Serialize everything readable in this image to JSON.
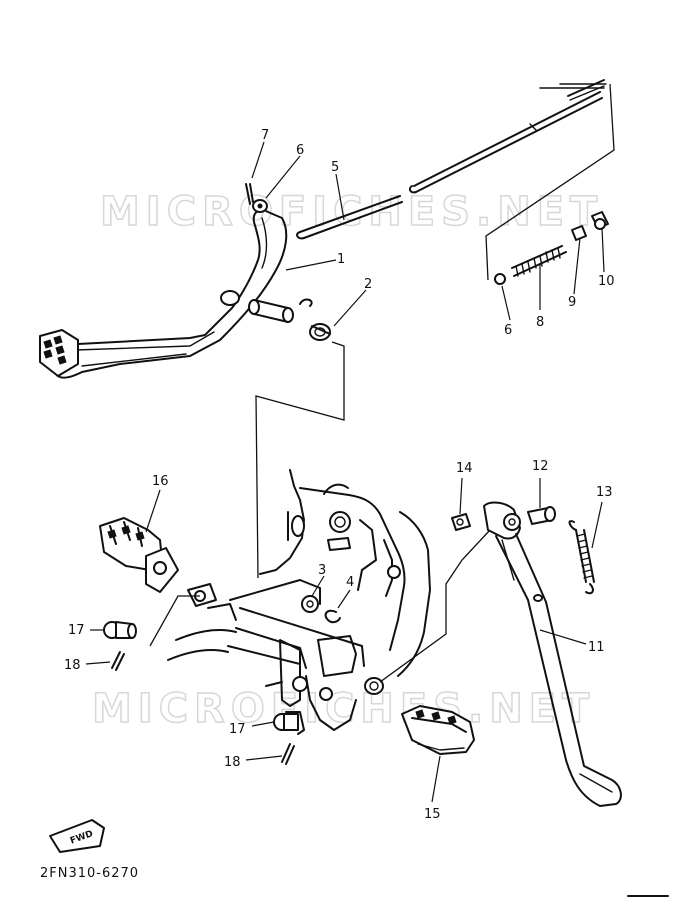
{
  "diagram_code": "2FN310-6270",
  "fwd_label": "FWD",
  "watermark_text": "MICROFICHES.NET",
  "parts": [
    {
      "id": "p1",
      "label": "1"
    },
    {
      "id": "p2",
      "label": "2"
    },
    {
      "id": "p3",
      "label": "3"
    },
    {
      "id": "p4",
      "label": "4"
    },
    {
      "id": "p5",
      "label": "5"
    },
    {
      "id": "p6a",
      "label": "6"
    },
    {
      "id": "p6b",
      "label": "6"
    },
    {
      "id": "p7",
      "label": "7"
    },
    {
      "id": "p8",
      "label": "8"
    },
    {
      "id": "p9",
      "label": "9"
    },
    {
      "id": "p10",
      "label": "10"
    },
    {
      "id": "p11",
      "label": "11"
    },
    {
      "id": "p12",
      "label": "12"
    },
    {
      "id": "p13",
      "label": "13"
    },
    {
      "id": "p14",
      "label": "14"
    },
    {
      "id": "p15",
      "label": "15"
    },
    {
      "id": "p16",
      "label": "16"
    },
    {
      "id": "p17a",
      "label": "17"
    },
    {
      "id": "p17b",
      "label": "17"
    },
    {
      "id": "p18a",
      "label": "18"
    },
    {
      "id": "p18b",
      "label": "18"
    }
  ]
}
